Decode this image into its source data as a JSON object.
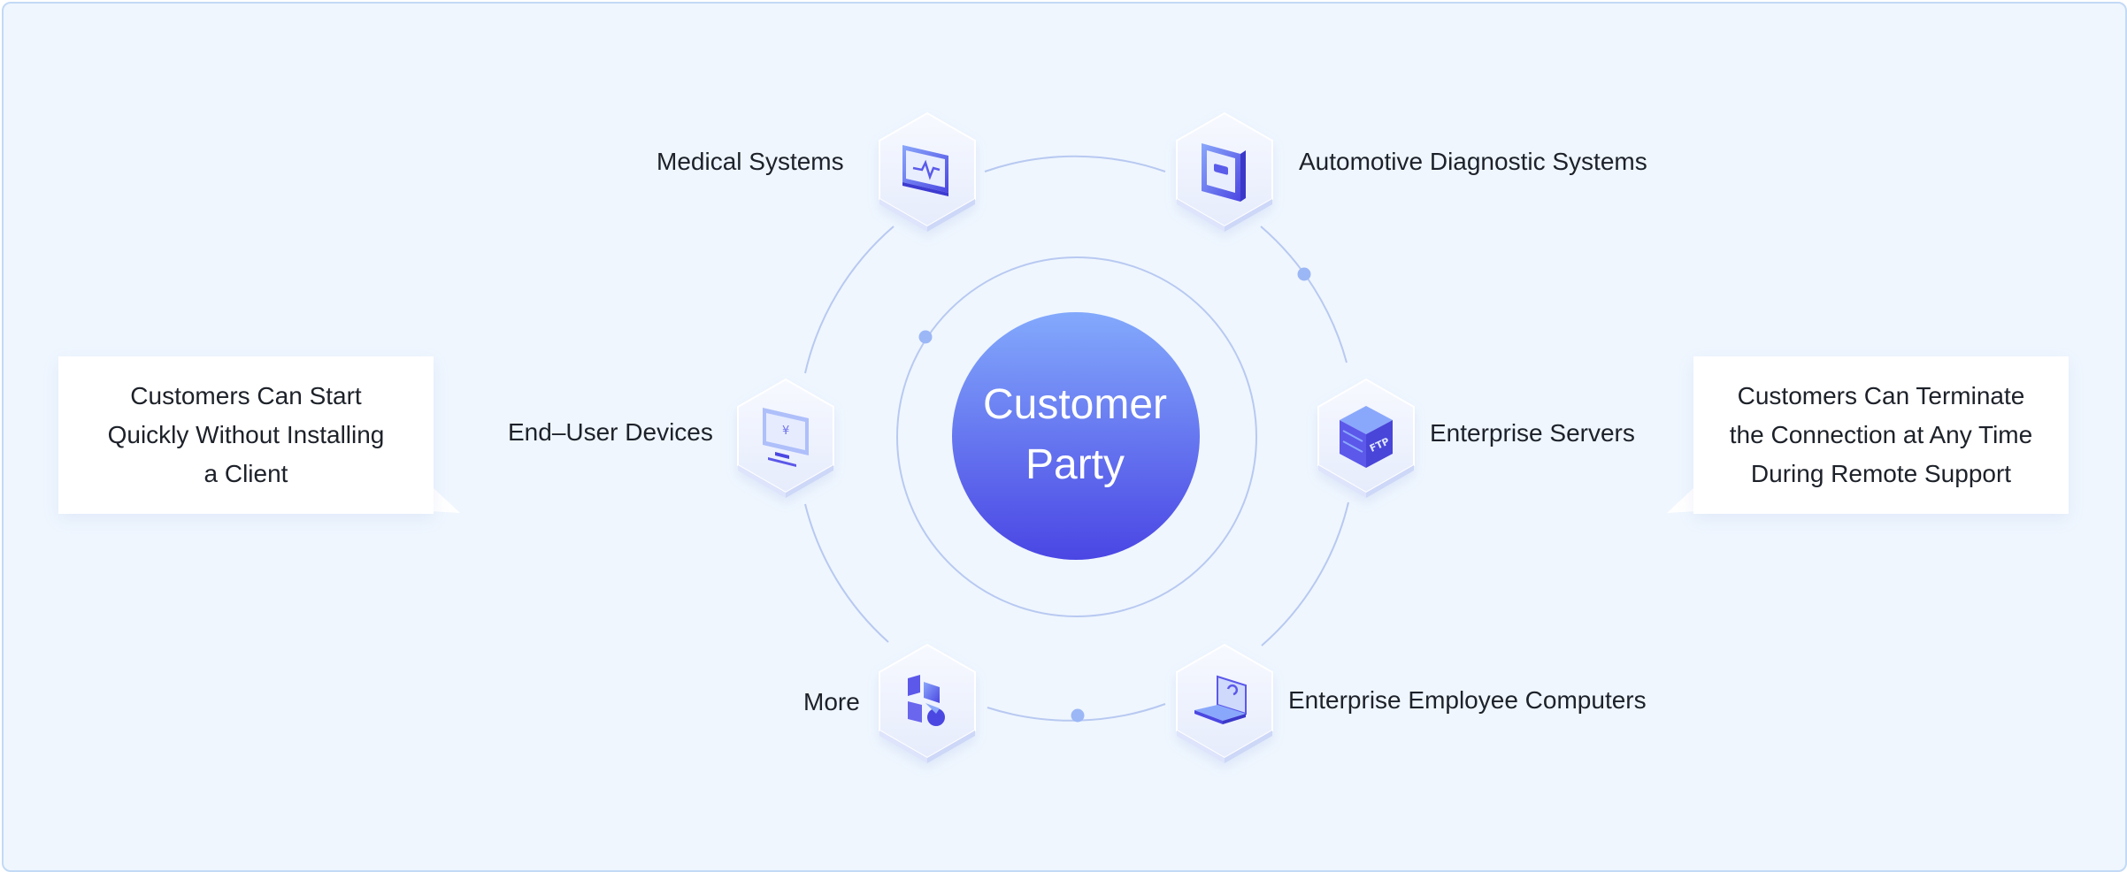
{
  "center": {
    "label": "Customer\nParty"
  },
  "nodes": [
    {
      "label": "Medical Systems",
      "icon": "medical-monitor-icon"
    },
    {
      "label": "Automotive Diagnostic Systems",
      "icon": "diagnostic-tablet-icon"
    },
    {
      "label": "End–User Devices",
      "icon": "desktop-computer-icon"
    },
    {
      "label": "Enterprise Servers",
      "icon": "ftp-server-icon"
    },
    {
      "label": "More",
      "icon": "app-blocks-icon"
    },
    {
      "label": "Enterprise Employee Computers",
      "icon": "laptop-icon"
    }
  ],
  "callouts": {
    "left": "Customers Can Start\nQuickly Without Installing\na Client",
    "right": "Customers Can Terminate\nthe Connection at Any Time\nDuring Remote Support"
  },
  "colors": {
    "background": "#eff6fe",
    "accent_top": "#7ea4fb",
    "accent_bottom": "#4b49e6",
    "ring": "#b8c9f1",
    "dot": "#9cb7f6"
  }
}
